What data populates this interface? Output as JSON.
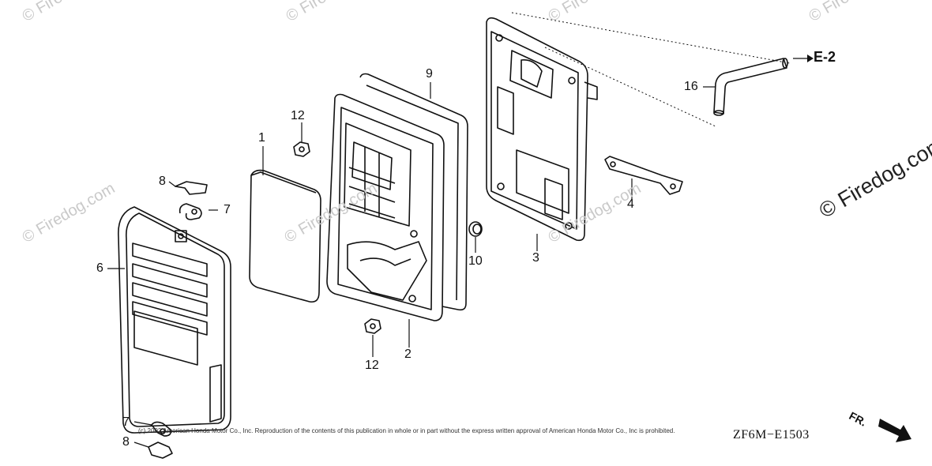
{
  "diagram": {
    "callouts": {
      "c1": "1",
      "c2": "2",
      "c3": "3",
      "c4": "4",
      "c6": "6",
      "c7a": "7",
      "c7b": "7",
      "c8a": "8",
      "c8b": "8",
      "c9": "9",
      "c10": "10",
      "c12a": "12",
      "c12b": "12",
      "c16": "16"
    },
    "reference_arrow": "E-2",
    "front_indicator": "FR.",
    "drawing_code": "ZF6M−E1503",
    "copyright": "(c) 2003 American Honda Motor Co., Inc. Reproduction of the contents of this publication in whole or in part without the express written approval of American Honda Motor Co., Inc is prohibited.",
    "watermark": "© Firedog.com"
  }
}
